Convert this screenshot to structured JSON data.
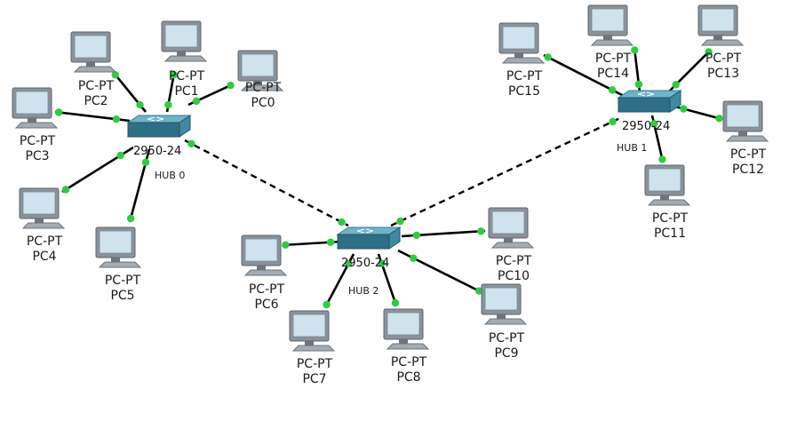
{
  "colors": {
    "cable": "#000000",
    "link_dot": "#2ecc40",
    "switch_top": "#6fb3c8",
    "switch_front": "#2e6e86",
    "monitor_frame": "#8a939c",
    "monitor_screen": "#cfe3ee",
    "monitor_base": "#6c747c"
  },
  "icons": {
    "pc": "pc-monitor-icon",
    "switch": "switch-icon"
  },
  "switches": [
    {
      "id": "hub0",
      "model": "2950-24",
      "name": "HUB 0"
    },
    {
      "id": "hub1",
      "model": "2950-24",
      "name": "HUB 1"
    },
    {
      "id": "hub2",
      "model": "2950-24",
      "name": "HUB 2"
    }
  ],
  "pcs": [
    {
      "id": "pc0",
      "type": "PC-PT",
      "name": "PC0",
      "uplink": "hub0"
    },
    {
      "id": "pc1",
      "type": "PC-PT",
      "name": "PC1",
      "uplink": "hub0"
    },
    {
      "id": "pc2",
      "type": "PC-PT",
      "name": "PC2",
      "uplink": "hub0"
    },
    {
      "id": "pc3",
      "type": "PC-PT",
      "name": "PC3",
      "uplink": "hub0"
    },
    {
      "id": "pc4",
      "type": "PC-PT",
      "name": "PC4",
      "uplink": "hub0"
    },
    {
      "id": "pc5",
      "type": "PC-PT",
      "name": "PC5",
      "uplink": "hub0"
    },
    {
      "id": "pc6",
      "type": "PC-PT",
      "name": "PC6",
      "uplink": "hub2"
    },
    {
      "id": "pc7",
      "type": "PC-PT",
      "name": "PC7",
      "uplink": "hub2"
    },
    {
      "id": "pc8",
      "type": "PC-PT",
      "name": "PC8",
      "uplink": "hub2"
    },
    {
      "id": "pc9",
      "type": "PC-PT",
      "name": "PC9",
      "uplink": "hub2"
    },
    {
      "id": "pc10",
      "type": "PC-PT",
      "name": "PC10",
      "uplink": "hub2"
    },
    {
      "id": "pc11",
      "type": "PC-PT",
      "name": "PC11",
      "uplink": "hub1"
    },
    {
      "id": "pc12",
      "type": "PC-PT",
      "name": "PC12",
      "uplink": "hub1"
    },
    {
      "id": "pc13",
      "type": "PC-PT",
      "name": "PC13",
      "uplink": "hub1"
    },
    {
      "id": "pc14",
      "type": "PC-PT",
      "name": "PC14",
      "uplink": "hub1"
    },
    {
      "id": "pc15",
      "type": "PC-PT",
      "name": "PC15",
      "uplink": "hub1"
    }
  ],
  "trunks": [
    {
      "from": "hub0",
      "to": "hub2",
      "style": "dashed"
    },
    {
      "from": "hub2",
      "to": "hub1",
      "style": "dashed"
    }
  ]
}
